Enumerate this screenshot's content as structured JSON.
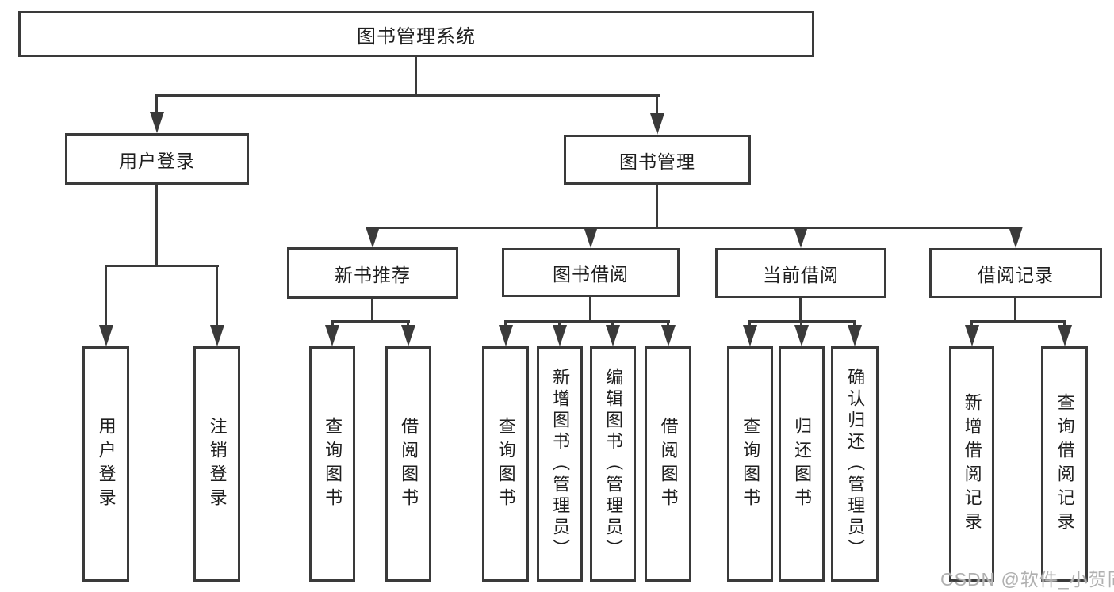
{
  "watermark": "CSDN @软件_小贺同学",
  "colors": {
    "line": "#3a3a3a",
    "text": "#1f1f1f",
    "watermark": "#b0b0b0",
    "background": "#ffffff"
  },
  "tree": {
    "root": {
      "label": "图书管理系统"
    },
    "branches": [
      {
        "label": "用户登录",
        "children": [
          {
            "label": "用户登录"
          },
          {
            "label": "注销登录"
          }
        ]
      },
      {
        "label": "图书管理",
        "children": [
          {
            "label": "新书推荐",
            "children": [
              {
                "label": "查询图书"
              },
              {
                "label": "借阅图书"
              }
            ]
          },
          {
            "label": "图书借阅",
            "children": [
              {
                "label": "查询图书"
              },
              {
                "label": "新增图书（管理员）"
              },
              {
                "label": "编辑图书（管理员）"
              },
              {
                "label": "借阅图书"
              }
            ]
          },
          {
            "label": "当前借阅",
            "children": [
              {
                "label": "查询图书"
              },
              {
                "label": "归还图书"
              },
              {
                "label": "确认归还（管理员）"
              }
            ]
          },
          {
            "label": "借阅记录",
            "children": [
              {
                "label": "新增借阅记录"
              },
              {
                "label": "查询借阅记录"
              }
            ]
          }
        ]
      }
    ]
  }
}
